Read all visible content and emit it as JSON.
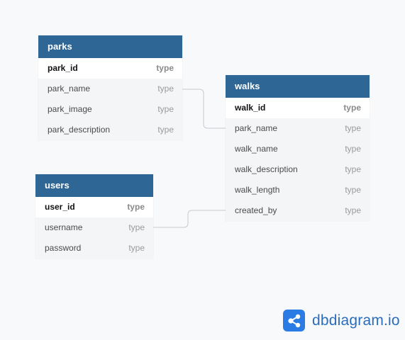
{
  "tables": [
    {
      "id": "parks",
      "title": "parks",
      "fields": [
        {
          "name": "park_id",
          "type": "type",
          "pk": true
        },
        {
          "name": "park_name",
          "type": "type",
          "pk": false
        },
        {
          "name": "park_image",
          "type": "type",
          "pk": false
        },
        {
          "name": "park_description",
          "type": "type",
          "pk": false
        }
      ]
    },
    {
      "id": "walks",
      "title": "walks",
      "fields": [
        {
          "name": "walk_id",
          "type": "type",
          "pk": true
        },
        {
          "name": "park_name",
          "type": "type",
          "pk": false
        },
        {
          "name": "walk_name",
          "type": "type",
          "pk": false
        },
        {
          "name": "walk_description",
          "type": "type",
          "pk": false
        },
        {
          "name": "walk_length",
          "type": "type",
          "pk": false
        },
        {
          "name": "created_by",
          "type": "type",
          "pk": false
        }
      ]
    },
    {
      "id": "users",
      "title": "users",
      "fields": [
        {
          "name": "user_id",
          "type": "type",
          "pk": true
        },
        {
          "name": "username",
          "type": "type",
          "pk": false
        },
        {
          "name": "password",
          "type": "type",
          "pk": false
        }
      ]
    }
  ],
  "relationships": [
    {
      "from": "parks.park_name",
      "to": "walks.park_name"
    },
    {
      "from": "users.username",
      "to": "walks.created_by"
    }
  ],
  "brand": {
    "name": "dbdiagram.io",
    "icon": "share-nodes-icon",
    "color": "#2b7be5"
  },
  "colors": {
    "header": "#2e6696",
    "background": "#f8f9fb",
    "connector": "#c6c9cf"
  }
}
